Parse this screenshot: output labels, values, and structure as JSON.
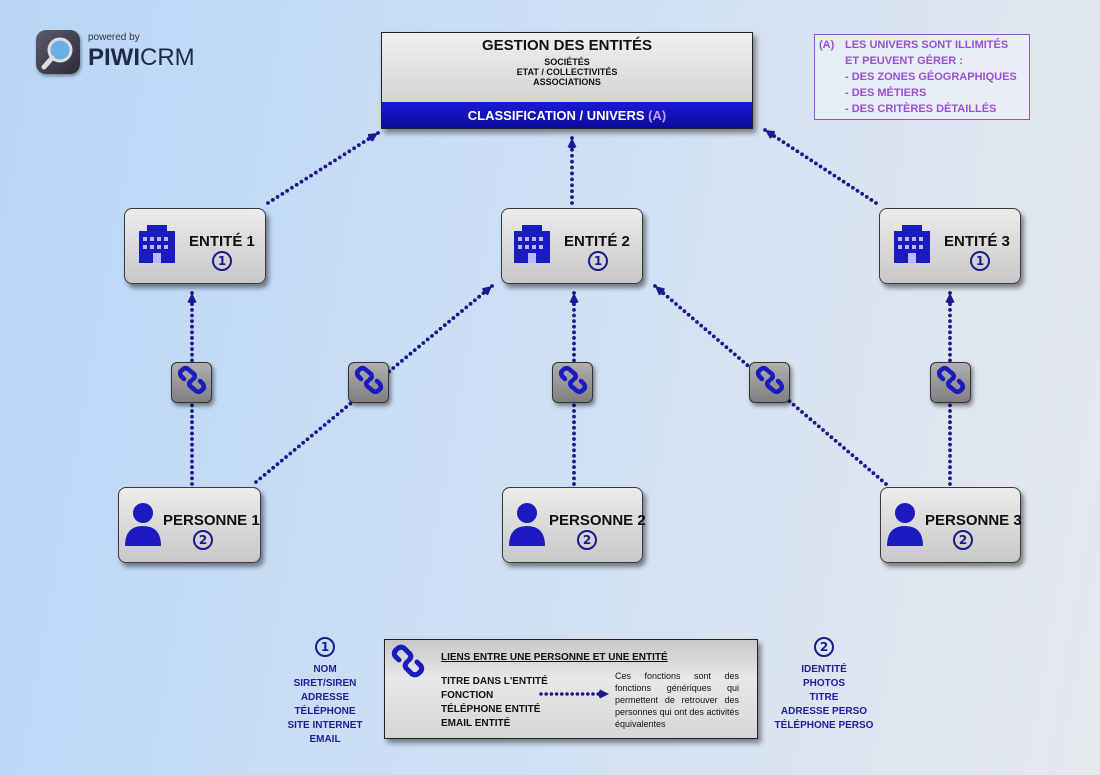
{
  "logo": {
    "powered_by": "powered by",
    "name_a": "PIWI",
    "name_b": "CRM"
  },
  "header": {
    "title": "GESTION DES ENTITÉS",
    "lines": [
      "SOCIÉTÉS",
      "ETAT / COLLECTIVITÉS",
      "ASSOCIATIONS"
    ],
    "bar_label": "CLASSIFICATION / UNIVERS",
    "bar_marker": "(A)"
  },
  "note": {
    "marker": "(A)",
    "lines": [
      "LES UNIVERS SONT ILLIMITÉS",
      "ET PEUVENT GÉRER :",
      "- DES ZONES GÉOGRAPHIQUES",
      "- DES MÉTIERS",
      "- DES CRITÈRES DÉTAILLÉS"
    ]
  },
  "entities": [
    {
      "label": "ENTITÉ 1",
      "badge": "1"
    },
    {
      "label": "ENTITÉ 2",
      "badge": "1"
    },
    {
      "label": "ENTITÉ 3",
      "badge": "1"
    }
  ],
  "persons": [
    {
      "label": "PERSONNE 1",
      "badge": "2"
    },
    {
      "label": "PERSONNE 2",
      "badge": "2"
    },
    {
      "label": "PERSONNE 3",
      "badge": "2"
    }
  ],
  "legend_entity": {
    "badge": "1",
    "items": [
      "NOM",
      "SIRET/SIREN",
      "ADRESSE",
      "TÉLÉPHONE",
      "SITE INTERNET",
      "EMAIL"
    ]
  },
  "legend_person": {
    "badge": "2",
    "items": [
      "IDENTITÉ",
      "PHOTOS",
      "TITRE",
      "ADRESSE PERSO",
      "TÉLÉPHONE PERSO"
    ]
  },
  "legend_link": {
    "title": "LIENS ENTRE UNE PERSONNE ET UNE ENTITÉ",
    "fields": [
      "TITRE DANS L'ENTITÉ",
      "FONCTION",
      "TÉLÉPHONE ENTITÉ",
      "EMAIL ENTITÉ"
    ],
    "description": "Ces fonctions sont des fonctions génériques qui permettent de retrouver des personnes qui ont des activités équivalentes"
  },
  "colors": {
    "accent": "#1a1a8f",
    "bar": "#1414c8",
    "note": "#9a4fd0"
  }
}
